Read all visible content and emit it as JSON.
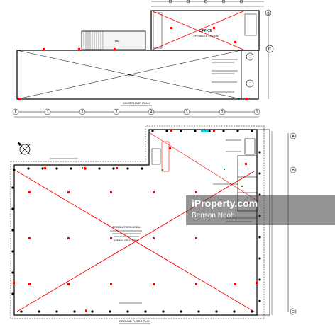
{
  "plan": {
    "upper_title": "MEZZ FLOOR PLAN",
    "lower_title": "GROUND FLOOR PLAN",
    "upper_room_label": "OFFICE",
    "upper_area_label": "VOID",
    "lower_area_label": "PRODUCTION AREA",
    "lower_area_sub": "SPRINKLER SYSTEM",
    "grid_numbers": [
      "8",
      "7",
      "6",
      "5",
      "4",
      "3",
      "2",
      "1"
    ],
    "grid_letters_top": [
      "C"
    ],
    "grid_letters_side": [
      "A",
      "B",
      "C"
    ],
    "colors": {
      "line": "#000000",
      "fire": "#ff0000",
      "accent": "#00aa44",
      "cyan": "#00c8d8"
    }
  },
  "watermark": {
    "brand": "iProperty.com",
    "agent": "Benson Neoh"
  }
}
